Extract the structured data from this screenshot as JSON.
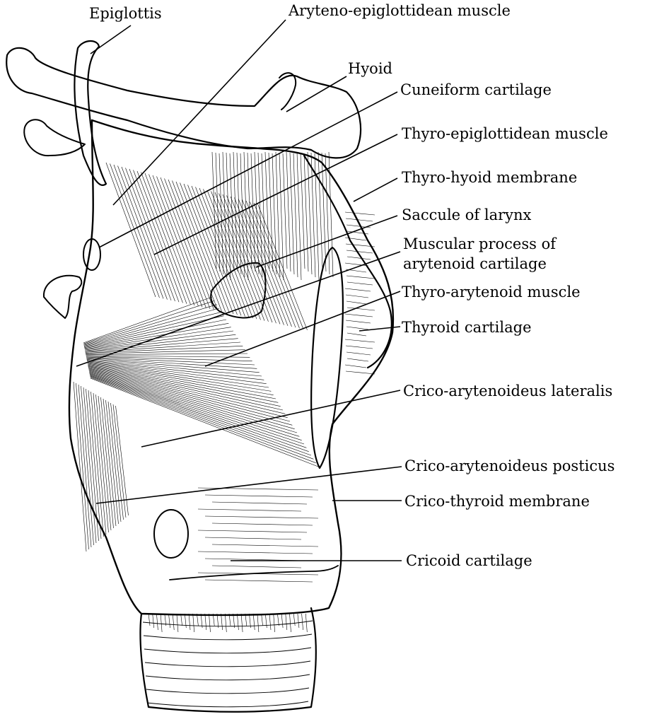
{
  "figure": {
    "background": "#ffffff",
    "ink_color": "#000000",
    "labels": [
      {
        "id": "epiglottis",
        "text": "Epiglottis"
      },
      {
        "id": "aryteno_epiglottidean",
        "text": "Aryteno-epiglottidean muscle"
      },
      {
        "id": "hyoid",
        "text": "Hyoid"
      },
      {
        "id": "cuneiform",
        "text": "Cuneiform cartilage"
      },
      {
        "id": "thyro_epiglottidean",
        "text": "Thyro-epiglottidean muscle"
      },
      {
        "id": "thyro_hyoid",
        "text": "Thyro-hyoid membrane"
      },
      {
        "id": "saccule",
        "text": "Saccule of larynx"
      },
      {
        "id": "muscular_process_1",
        "text": "Muscular process of"
      },
      {
        "id": "muscular_process_2",
        "text": "arytenoid cartilage"
      },
      {
        "id": "thyro_arytenoid",
        "text": "Thyro-arytenoid muscle"
      },
      {
        "id": "thyroid_cartilage",
        "text": "Thyroid cartilage"
      },
      {
        "id": "crico_lateralis",
        "text": "Crico-arytenoideus lateralis"
      },
      {
        "id": "crico_posticus",
        "text": "Crico-arytenoideus posticus"
      },
      {
        "id": "crico_thyroid_membrane",
        "text": "Crico-thyroid membrane"
      },
      {
        "id": "cricoid",
        "text": "Cricoid cartilage"
      }
    ]
  }
}
